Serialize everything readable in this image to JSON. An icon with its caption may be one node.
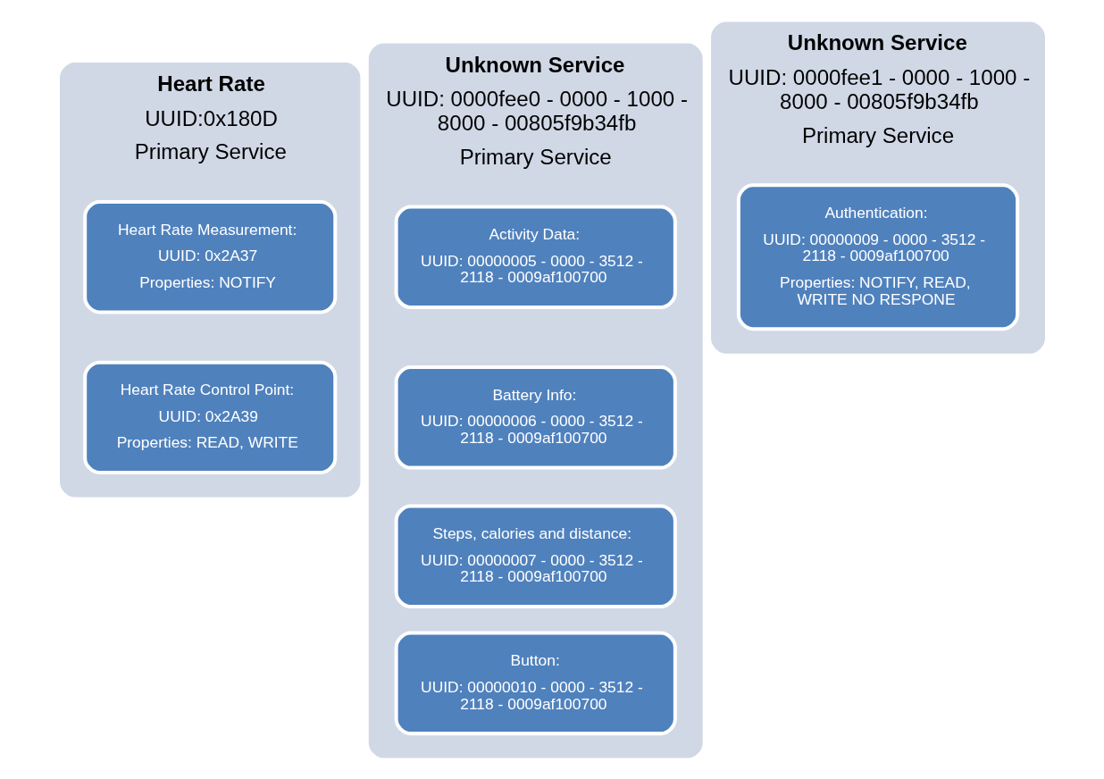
{
  "diagram": {
    "nodes": [
      {
        "text": [
          "Heart Rate",
          "UUID:0x180D",
          "Primary Service"
        ]
      },
      {
        "text": [
          "Heart Rate Measurement:",
          "UUID: 0x2A37",
          "Properties: NOTIFY"
        ],
        "in": 0
      },
      {
        "text": [
          "Heart Rate Control Point:",
          "UUID: 0x2A39",
          "Properties: READ, WRITE"
        ],
        "in": 0
      },
      {
        "text": [
          "Unknown Service",
          "UUID: 0000fee0 - 0000 - 1000 - 8000 - 00805f9b34fb",
          "Primary Service"
        ]
      },
      {
        "text": [
          "Activity Data:",
          "UUID: 00000005 - 0000 - 3512 - 2118 - 0009af100700"
        ],
        "in": 3
      },
      {
        "text": [
          "Battery Info:",
          "UUID: 00000006 - 0000 - 3512 - 2118 - 0009af100700"
        ],
        "in": 3
      },
      {
        "text": [
          "Steps, calories and distance:",
          "UUID: 00000007 - 0000 - 3512 - 2118 - 0009af100700"
        ],
        "in": 3
      },
      {
        "text": [
          "Button:",
          "UUID: 00000010 - 0000 - 3512 - 2118 - 0009af100700"
        ],
        "in": 3
      },
      {
        "text": [
          "Unknown Service",
          "UUID: 0000fee1 - 0000 - 1000 - 8000 - 00805f9b34fb",
          "Primary Service"
        ]
      },
      {
        "text": [
          "Authentication:",
          "UUID: 00000009 - 0000 - 3512 - 2118 - 0009af100700",
          "Properties: NOTIFY, READ, WRITE NO RESPONE"
        ],
        "in": 8
      }
    ]
  }
}
